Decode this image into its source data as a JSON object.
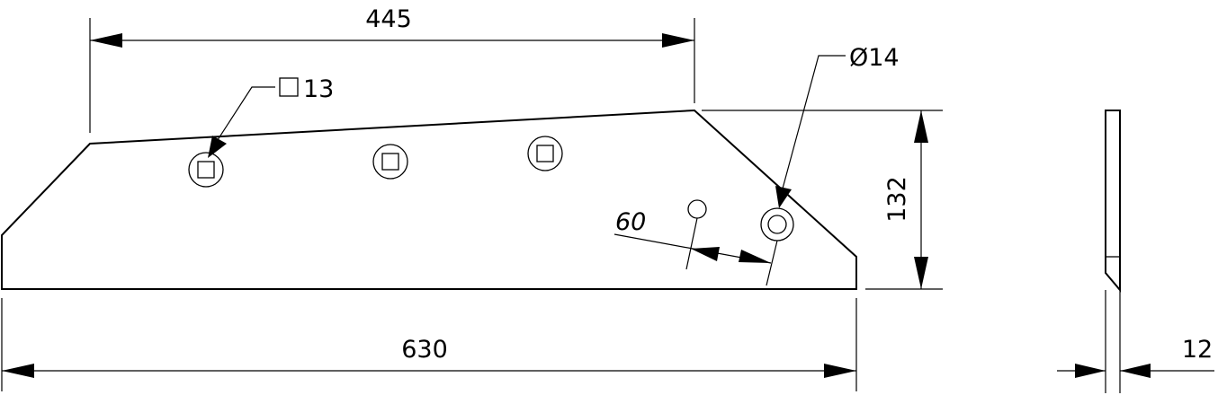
{
  "drawing": {
    "dimensions": {
      "top_length": "445",
      "square_hole": "13",
      "round_hole": "Ø14",
      "height": "132",
      "hole_spacing": "60",
      "total_length": "630",
      "thickness": "12"
    },
    "symbols": {
      "square_hole_symbol": "square-symbol"
    }
  }
}
